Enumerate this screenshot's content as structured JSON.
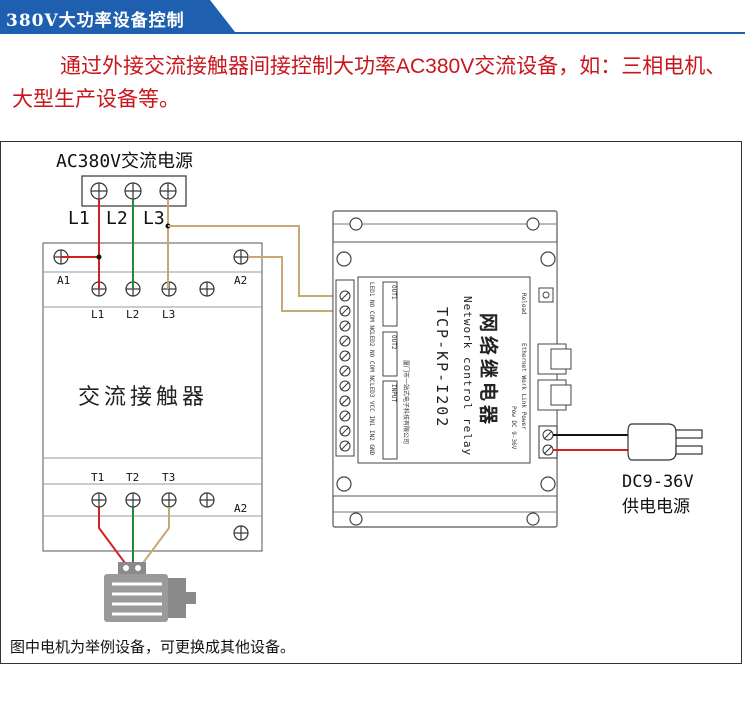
{
  "header": {
    "title": "380V大功率设备控制"
  },
  "intro": {
    "text": "通过外接交流接触器间接控制大功率AC380V交流设备，如：三相电机、大型生产设备等。"
  },
  "power_source": {
    "label": "AC380V交流电源",
    "phases": [
      "L1",
      "L2",
      "L3"
    ]
  },
  "contactor": {
    "label": "交流接触器",
    "coil_top": "A1",
    "coil_top_right": "A2",
    "inputs": [
      "L1",
      "L2",
      "L3"
    ],
    "outputs": [
      "T1",
      "T2",
      "T3"
    ],
    "coil_bottom": "A2"
  },
  "relay": {
    "cn_name": "网络继电器",
    "en_name": "Network control relay",
    "model": "TCP-KP-I202",
    "left_labels": [
      "LED1 NO COM NC",
      "LED2 NO COM NC",
      "LED3 VCC IN1 IN2 GND"
    ],
    "output_labels": [
      "OUT1",
      "OUT2",
      "INPUT"
    ],
    "right_labels": [
      "Reload",
      "Ethernet Work Link Power",
      "Pow DC 9-36V"
    ],
    "company": "厦门市一站式电子科技有限公司"
  },
  "dc_supply": {
    "voltage": "DC9-36V",
    "label": "供电电源"
  },
  "caption": {
    "text": "图中电机为举例设备，可更换成其他设备。"
  },
  "colors": {
    "accent": "#1f5fb0",
    "intro_text": "#c8161d",
    "wire_red": "#d42020",
    "wire_green": "#1e8a3a",
    "wire_tan": "#c9a878",
    "wire_black": "#111111"
  }
}
